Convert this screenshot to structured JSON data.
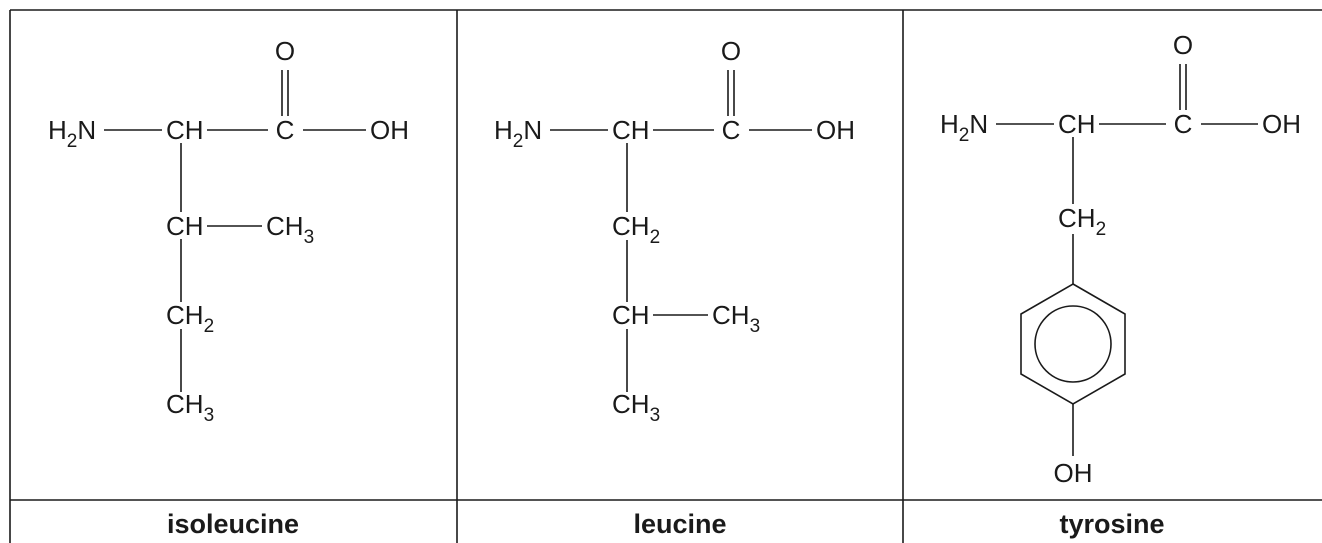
{
  "molecules": [
    {
      "name": "isoleucine",
      "atoms": {
        "o": "O",
        "h2": "H",
        "h2_sub": "2",
        "n": "N",
        "ch_alpha": "CH",
        "c_carboxyl": "C",
        "oh": "OH",
        "ch_beta": "CH",
        "ch3_branch": "CH",
        "ch3_branch_sub": "3",
        "ch2": "CH",
        "ch2_sub": "2",
        "ch3_end": "CH",
        "ch3_end_sub": "3"
      }
    },
    {
      "name": "leucine",
      "atoms": {
        "o": "O",
        "h2": "H",
        "h2_sub": "2",
        "n": "N",
        "ch_alpha": "CH",
        "c_carboxyl": "C",
        "oh": "OH",
        "ch2": "CH",
        "ch2_sub": "2",
        "ch_gamma": "CH",
        "ch3_branch": "CH",
        "ch3_branch_sub": "3",
        "ch3_end": "CH",
        "ch3_end_sub": "3"
      }
    },
    {
      "name": "tyrosine",
      "atoms": {
        "o": "O",
        "h2": "H",
        "h2_sub": "2",
        "n": "N",
        "ch_alpha": "CH",
        "c_carboxyl": "C",
        "oh": "OH",
        "ch2": "CH",
        "ch2_sub": "2",
        "ring_oh": "OH"
      }
    }
  ]
}
